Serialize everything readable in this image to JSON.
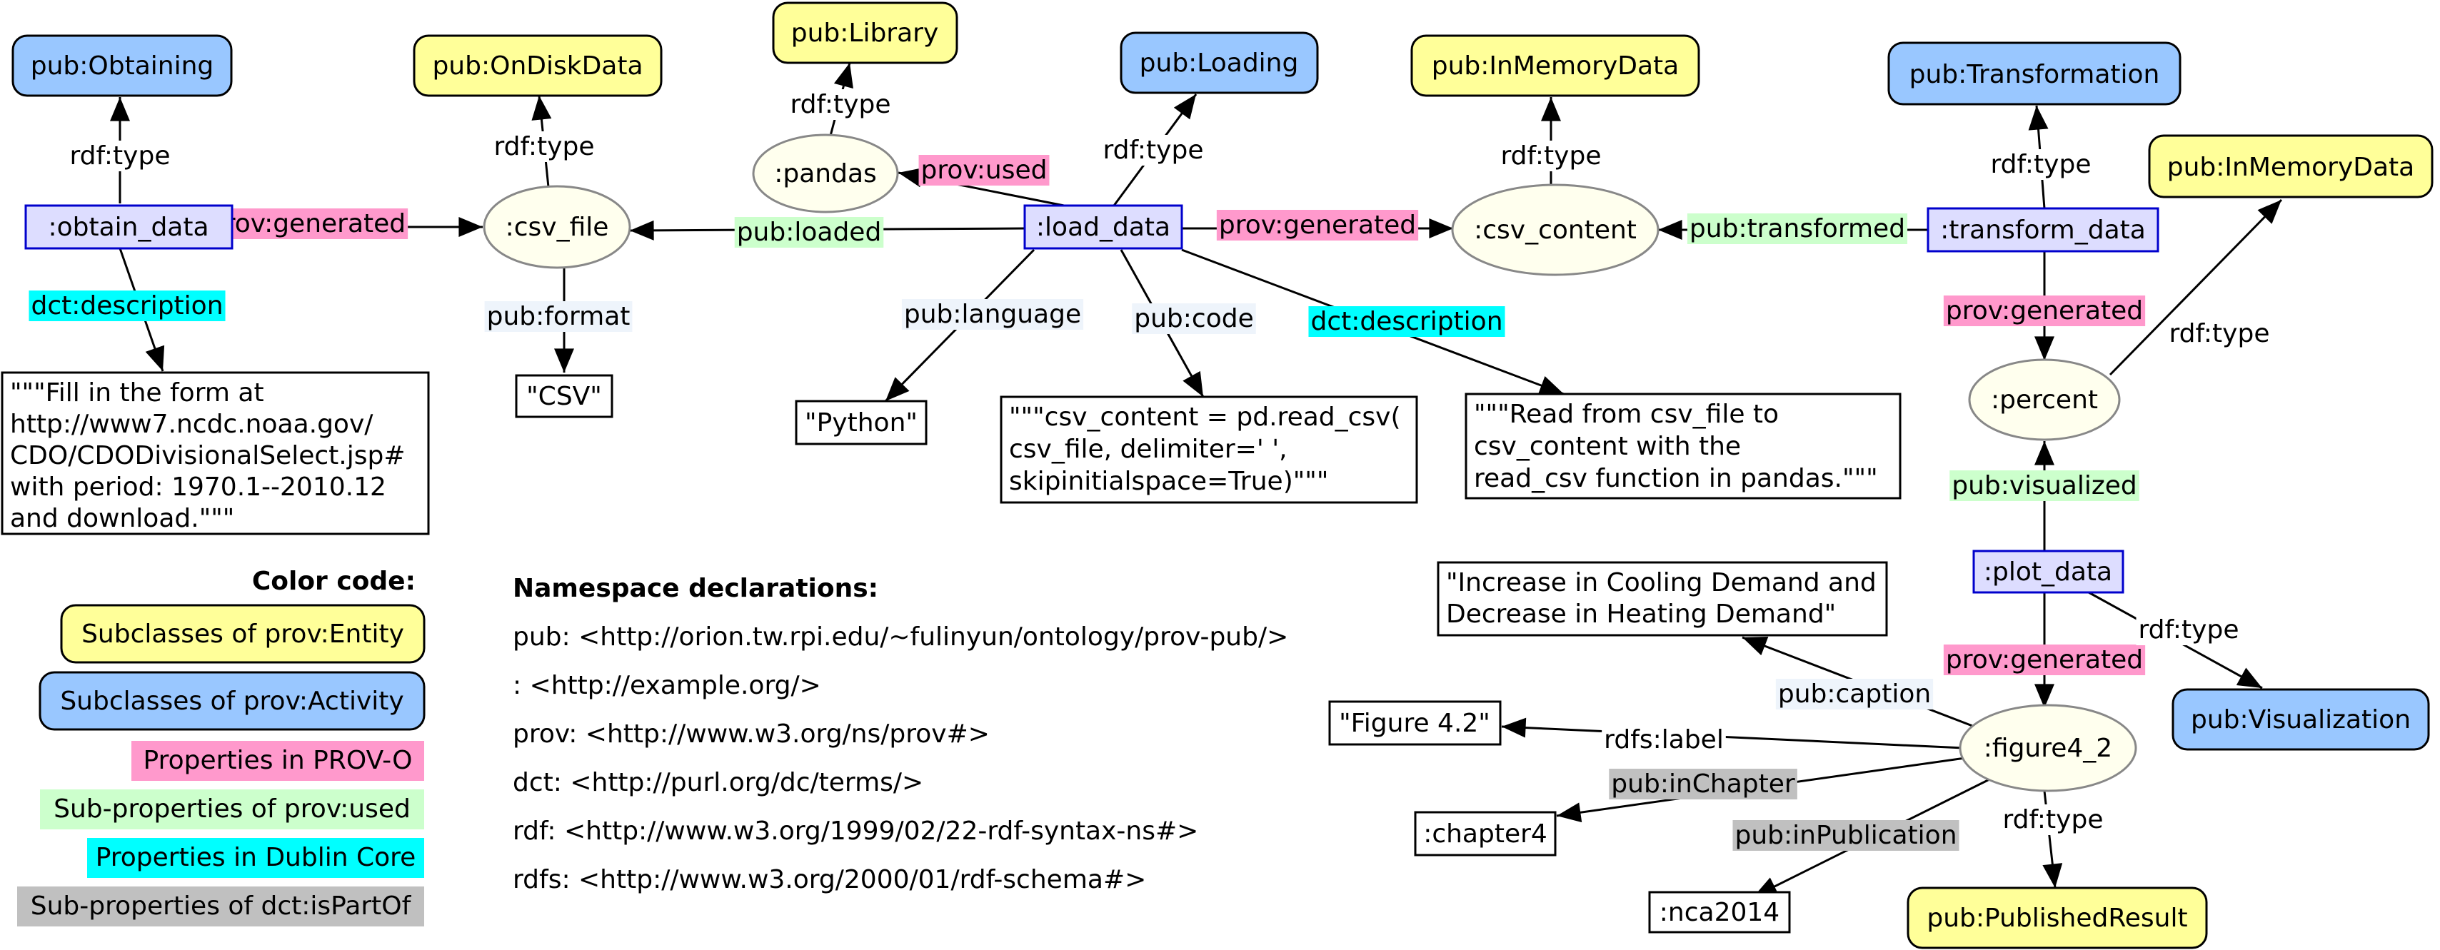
{
  "colors": {
    "entity": "#ffff99",
    "activity": "#99c7ff",
    "prov": "#ff99cc",
    "used": "#ccffcc",
    "dublin": "#00ffff",
    "partof": "#c0c0c0",
    "ellipse": "#ffffee",
    "box": "#ddddff",
    "plain": "#ffffff",
    "neutral": "#eef4fb"
  },
  "nodes": {
    "pub_obtaining": "pub:Obtaining",
    "pub_ondiskdata": "pub:OnDiskData",
    "pub_library": "pub:Library",
    "pub_loading": "pub:Loading",
    "pub_inmemorydata_1": "pub:InMemoryData",
    "pub_transformation": "pub:Transformation",
    "pub_inmemorydata_2": "pub:InMemoryData",
    "obtain_data": ":obtain_data",
    "csv_file": ":csv_file",
    "pandas": ":pandas",
    "load_data": ":load_data",
    "csv_content": ":csv_content",
    "transform_data": ":transform_data",
    "percent": ":percent",
    "plot_data": ":plot_data",
    "figure4_2": ":figure4_2",
    "pub_visualization": "pub:Visualization",
    "pub_publishedresult": "pub:PublishedResult",
    "chapter4": ":chapter4",
    "nca2014": ":nca2014",
    "lit_csv": "\"CSV\"",
    "lit_python": "\"Python\"",
    "lit_figure": "\"Figure 4.2\"",
    "lit_obtain_desc": [
      "\"\"\"Fill in the form at",
      " http://www7.ncdc.noaa.gov/",
      " CDO/CDODivisionalSelect.jsp#",
      " with period: 1970.1--2010.12",
      " and download.\"\"\""
    ],
    "lit_code": [
      "\"\"\"csv_content = pd.read_csv(",
      "csv_file, delimiter=' ',",
      "skipinitialspace=True)\"\"\""
    ],
    "lit_load_desc": [
      "\"\"\"Read from csv_file to",
      " csv_content with the",
      " read_csv function in pandas.\"\"\""
    ],
    "lit_caption": [
      "\"Increase in Cooling Demand and",
      " Decrease in Heating Demand\""
    ]
  },
  "edges": {
    "rdf_type": "rdf:type",
    "prov_generated": "prov:generated",
    "prov_used": "prov:used",
    "pub_loaded": "pub:loaded",
    "pub_transformed": "pub:transformed",
    "pub_visualized": "pub:visualized",
    "dct_description": "dct:description",
    "pub_format": "pub:format",
    "pub_language": "pub:language",
    "pub_code": "pub:code",
    "pub_caption": "pub:caption",
    "rdfs_label": "rdfs:label",
    "pub_inchapter": "pub:inChapter",
    "pub_inpublication": "pub:inPublication"
  },
  "legend": {
    "title": "Color code:",
    "entity": "Subclasses of prov:Entity",
    "activity": "Subclasses of prov:Activity",
    "prov": "Properties in PROV-O",
    "used": "Sub-properties of prov:used",
    "dublin": "Properties in Dublin Core",
    "partof": "Sub-properties of dct:isPartOf"
  },
  "namespaces": {
    "title": "Namespace declarations:",
    "lines": [
      "pub: <http://orion.tw.rpi.edu/~fulinyun/ontology/prov-pub/>",
      ": <http://example.org/>",
      "prov: <http://www.w3.org/ns/prov#>",
      "dct: <http://purl.org/dc/terms/>",
      "rdf: <http://www.w3.org/1999/02/22-rdf-syntax-ns#>",
      "rdfs: <http://www.w3.org/2000/01/rdf-schema#>"
    ]
  }
}
